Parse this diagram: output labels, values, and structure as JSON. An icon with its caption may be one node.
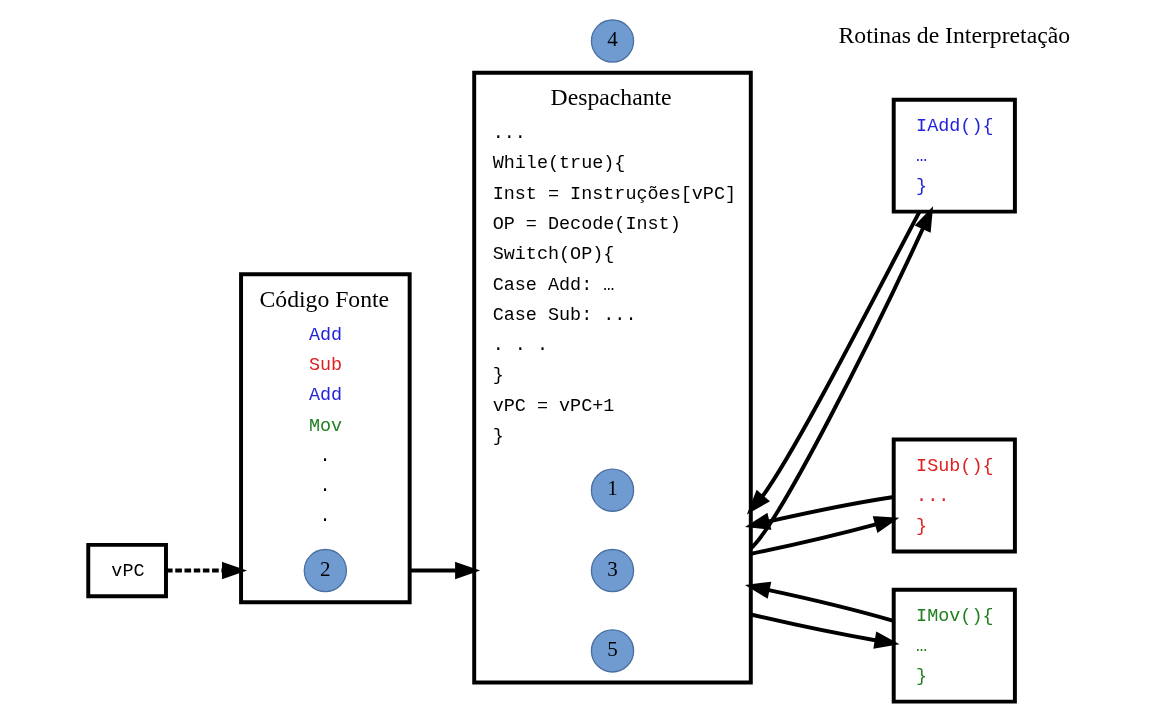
{
  "diagram": {
    "nodes": [
      {
        "text": [
          "Código Fonte",
          "Add",
          "Sub",
          "Add",
          "Mov",
          ".",
          ".",
          "."
        ]
      },
      {
        "text": [
          "2"
        ],
        "in": 0
      },
      {
        "text": [
          "vPC"
        ]
      },
      {
        "text": [
          "Despachante",
          "...",
          "While(true){",
          "Inst = Instruções[vPC]",
          "OP = Decode(Inst)",
          "Switch(OP){",
          "Case Add: …",
          "Case Sub: ...",
          ". . .",
          "}",
          "vPC = vPC+1",
          "}"
        ]
      },
      {
        "text": [
          "1"
        ],
        "in": 3
      },
      {
        "text": [
          "3"
        ],
        "in": 3
      },
      {
        "text": [
          "5"
        ],
        "in": 3
      },
      {
        "text": [
          "4"
        ]
      },
      {
        "text": [
          "IAdd(){",
          "…",
          "}"
        ]
      },
      {
        "text": [
          "ISub(){",
          "...",
          "}"
        ]
      },
      {
        "text": [
          "IMov(){",
          "…",
          "}"
        ]
      }
    ],
    "edges": [
      {
        "from": 2,
        "to": 0,
        "arrow": "to",
        "style": "dashed"
      },
      {
        "from": 0,
        "to": 3,
        "arrow": "to"
      },
      {
        "from": 3,
        "to": 8,
        "arrow": "to"
      },
      {
        "from": 8,
        "to": 3,
        "arrow": "to"
      },
      {
        "from": 3,
        "to": 9,
        "arrow": "to"
      },
      {
        "from": 9,
        "to": 3,
        "arrow": "to"
      },
      {
        "from": 3,
        "to": 10,
        "arrow": "to"
      },
      {
        "from": 10,
        "to": 3,
        "arrow": "to"
      }
    ],
    "labels": [
      "Rotinas de Interpretação"
    ]
  }
}
